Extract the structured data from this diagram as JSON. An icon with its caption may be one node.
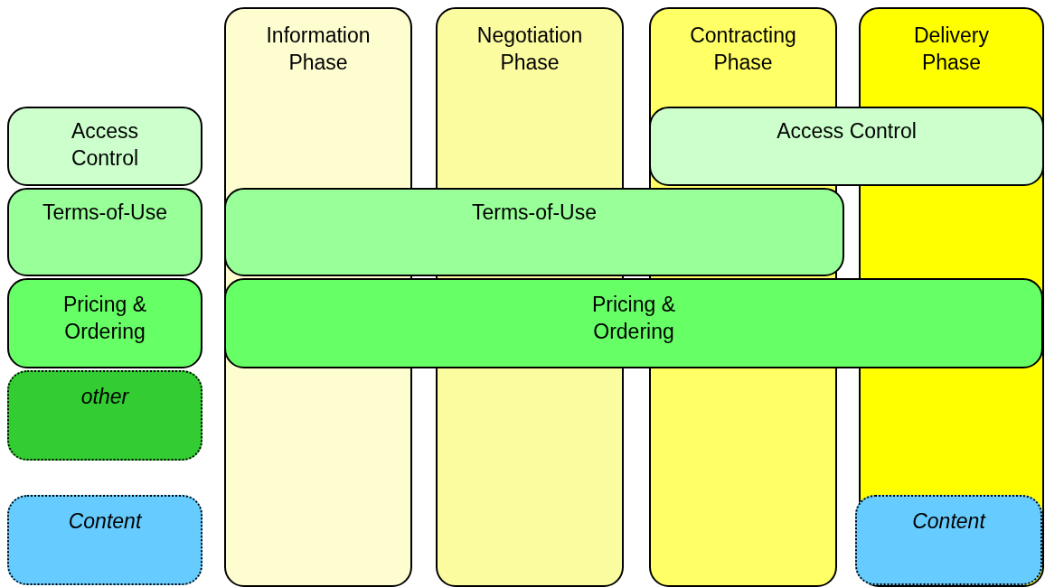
{
  "diagram": {
    "nodes": [
      {
        "text": [
          "Information Phase"
        ]
      },
      {
        "text": [
          "Negotiation Phase"
        ]
      },
      {
        "text": [
          "Contracting Phase"
        ]
      },
      {
        "text": [
          "Delivery Phase"
        ]
      },
      {
        "text": [
          "Access Control"
        ]
      },
      {
        "text": [
          "Access Control"
        ]
      },
      {
        "text": [
          "Terms-of-Use"
        ]
      },
      {
        "text": [
          "Terms-of-Use"
        ]
      },
      {
        "text": [
          "Pricing & Ordering"
        ]
      },
      {
        "text": [
          "Pricing & Ordering"
        ]
      },
      {
        "text": [
          "other"
        ]
      },
      {
        "text": [
          "Content"
        ]
      },
      {
        "text": [
          "Content"
        ],
        "in": 3
      }
    ]
  }
}
